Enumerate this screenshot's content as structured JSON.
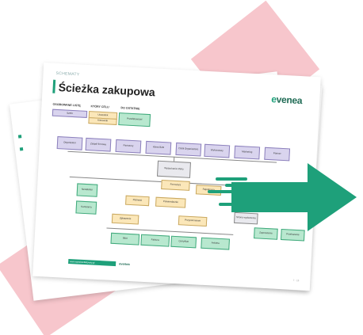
{
  "document": {
    "kicker": "SCHEMATY",
    "title": "Ścieżka zakupowa",
    "logo_prefix": "e",
    "logo_rest": "venea",
    "footer_link": "www.wysokoefektywny.pl",
    "footer_logo": "evenea",
    "page_number": "7 · 15"
  },
  "legend": {
    "headers": [
      "OSOBOWANE LISTĘ",
      "KTÓRY CELU",
      "DO OSTATNIE"
    ],
    "items": [
      "Szefo",
      "Uczestnik",
      "Przedstawiciel",
      "Kierownik"
    ]
  },
  "flow": {
    "top_row": [
      "Organizator",
      "Zespół firmowy",
      "Partnerzy",
      "Klient B2B",
      "Dział Organizatora",
      "Wykonawcy",
      "Marketing",
      "Partner"
    ],
    "center": "Wyszukanie oferty",
    "yellow_boxes": [
      "Formularz",
      "Rejestracja",
      "Płatność",
      "Potwierdzenie",
      "Zgłoszenie",
      "Przypomnienie"
    ],
    "green_boxes": [
      "Bilet",
      "Faktura",
      "Certyfikat",
      "Ankieta",
      "Zaproszenie",
      "Przekazanie"
    ],
    "side_boxes": [
      "Newsletter",
      "Kampania",
      "Strona wydarzenia"
    ]
  },
  "colors": {
    "accent": "#1ea07a",
    "pink": "#f7c6cc",
    "purple": "#d9d4ee",
    "yellow": "#fbe7b9",
    "green": "#b8e8cf"
  }
}
